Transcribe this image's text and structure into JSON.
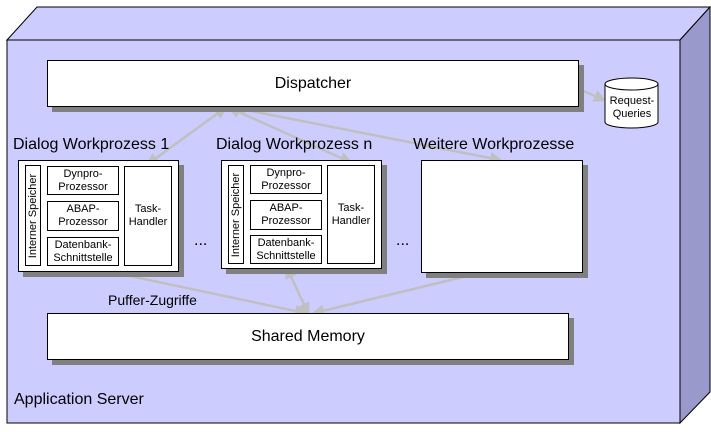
{
  "colors": {
    "front": "#ccccff",
    "top": "#ccccff",
    "side": "#9999cc",
    "arrow": "#c0c0c0",
    "shadow": "#808080"
  },
  "server_label": "Application Server",
  "dispatcher": "Dispatcher",
  "request_queries": [
    "Request-",
    "Queries"
  ],
  "shared_memory": "Shared Memory",
  "buffer_access": "Puffer-Zugriffe",
  "ellipsis": "...",
  "workprocesses": [
    {
      "title": "Dialog Workprozess 1",
      "memory": "Interner Speicher",
      "dynpro": [
        "Dynpro-",
        "Prozessor"
      ],
      "abap": [
        "ABAP-",
        "Prozessor"
      ],
      "db": [
        "Datenbank-",
        "Schnittstelle"
      ],
      "task": [
        "Task-",
        "Handler"
      ]
    },
    {
      "title": "Dialog Workprozess n",
      "memory": "Interner Speicher",
      "dynpro": [
        "Dynpro-",
        "Prozessor"
      ],
      "abap": [
        "ABAP-",
        "Prozessor"
      ],
      "db": [
        "Datenbank-",
        "Schnittstelle"
      ],
      "task": [
        "Task-",
        "Handler"
      ]
    },
    {
      "title": "Weitere Workprozesse"
    }
  ]
}
